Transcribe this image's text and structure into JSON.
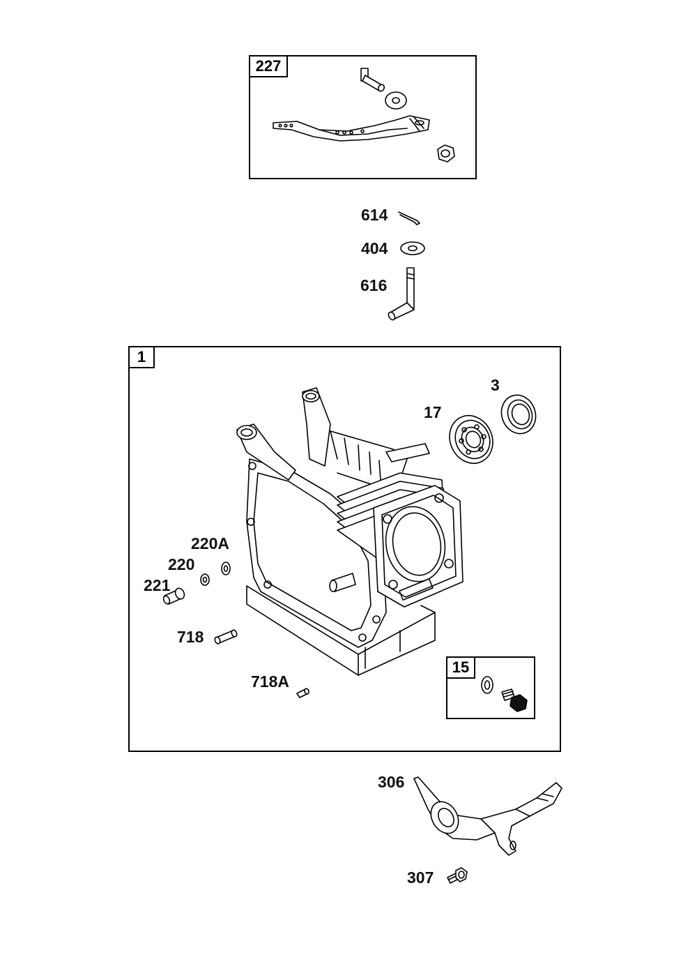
{
  "kit_boxes": {
    "governor_kit": "227",
    "cylinder_assembly": "1",
    "drain_plug_kit": "15"
  },
  "callouts": {
    "p614": "614",
    "p404": "404",
    "p616": "616",
    "p3": "3",
    "p17": "17",
    "p220A": "220A",
    "p220": "220",
    "p221": "221",
    "p718": "718",
    "p718A": "718A",
    "p306": "306",
    "p307": "307"
  }
}
